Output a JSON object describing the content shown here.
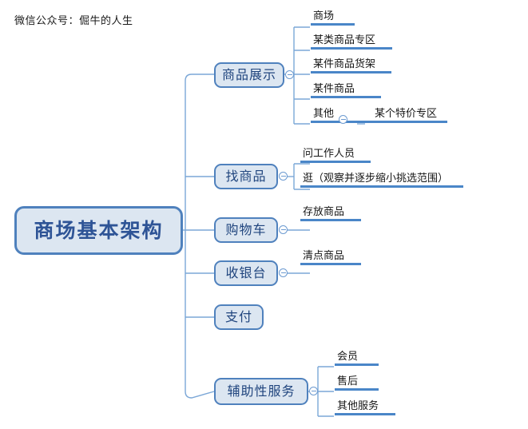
{
  "watermark": "微信公众号：倔牛的人生",
  "colors": {
    "node_fill": "#dce6f1",
    "node_border": "#4f81bd",
    "root_text": "#2e5496",
    "branch_text": "#20457e",
    "leaf_text": "#161616",
    "leaf_bar": "#4a86c8",
    "connector": "#7ba7d7",
    "background": "#ffffff"
  },
  "mindmap": {
    "root": {
      "label": "商场基本架构"
    },
    "branches": [
      {
        "label": "商品展示",
        "has_collapse_marker": true,
        "children": [
          {
            "label": "商场"
          },
          {
            "label": "某类商品专区"
          },
          {
            "label": "某件商品货架"
          },
          {
            "label": "某件商品"
          },
          {
            "label": "其他",
            "has_collapse_marker": true,
            "children": [
              {
                "label": "某个特价专区"
              }
            ]
          }
        ]
      },
      {
        "label": "找商品",
        "has_collapse_marker": true,
        "children": [
          {
            "label": "问工作人员"
          },
          {
            "label": "逛（观察并逐步缩小挑选范围）"
          }
        ]
      },
      {
        "label": "购物车",
        "has_collapse_marker": true,
        "children": [
          {
            "label": "存放商品"
          }
        ]
      },
      {
        "label": "收银台",
        "has_collapse_marker": true,
        "children": [
          {
            "label": "清点商品"
          }
        ]
      },
      {
        "label": "支付",
        "has_collapse_marker": false,
        "children": []
      },
      {
        "label": "辅助性服务",
        "has_collapse_marker": true,
        "children": [
          {
            "label": "会员"
          },
          {
            "label": "售后"
          },
          {
            "label": "其他服务"
          }
        ]
      }
    ]
  }
}
